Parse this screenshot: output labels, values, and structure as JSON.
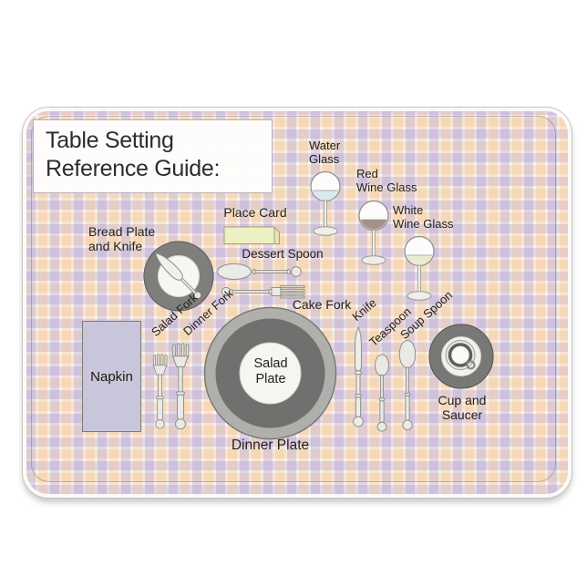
{
  "title": {
    "line1": "Table Setting",
    "line2": "Reference Guide:"
  },
  "items": {
    "bread_plate": {
      "line1": "Bread Plate",
      "line2": "and Knife"
    },
    "place_card": {
      "label": "Place Card"
    },
    "dessert_spoon": {
      "label": "Dessert Spoon"
    },
    "cake_fork": {
      "label": "Cake Fork"
    },
    "water_glass": {
      "line1": "Water",
      "line2": "Glass"
    },
    "red_wine_glass": {
      "line1": "Red",
      "line2": "Wine Glass"
    },
    "white_wine_glass": {
      "line1": "White",
      "line2": "Wine Glass"
    },
    "napkin": {
      "label": "Napkin"
    },
    "salad_fork": {
      "label": "Salad Fork"
    },
    "dinner_fork": {
      "label": "Dinner Fork"
    },
    "salad_plate": {
      "line1": "Salad",
      "line2": "Plate"
    },
    "dinner_plate": {
      "label": "Dinner Plate"
    },
    "knife": {
      "label": "Knife"
    },
    "teaspoon": {
      "label": "Teaspoon"
    },
    "soup_spoon": {
      "label": "Soup Spoon"
    },
    "cup_and_saucer": {
      "line1": "Cup and",
      "line2": "Saucer"
    }
  },
  "colors": {
    "water_liquid": "#d9e8f0",
    "red_wine_liquid": "#a5918c",
    "white_wine_liquid": "#eaeccf",
    "napkin_fill": "#c9c6db",
    "place_card_fill": "#edf0c2",
    "plate_rim_dark": "#4c4c4a",
    "plate_rim_mid": "#9b9b97",
    "plaid_lavender": "#c9bcdd",
    "plaid_peach": "#f4ddc0",
    "label_text": "#26211b"
  }
}
